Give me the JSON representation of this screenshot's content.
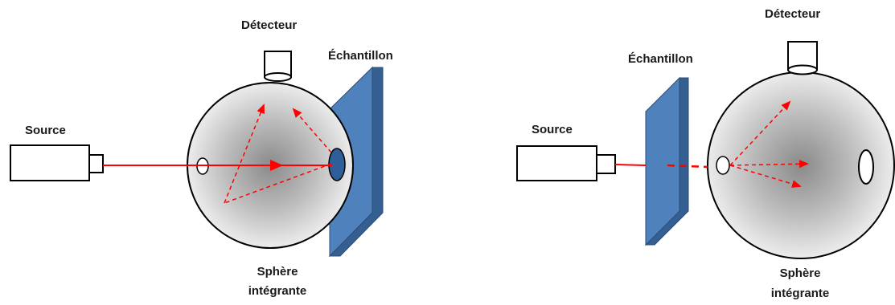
{
  "colors": {
    "beam": "#ff0000",
    "sample_front": "#4f81bd",
    "sample_side": "#365f91",
    "sphere_center": "#8a8a8a",
    "sphere_edge": "#e9e9e9",
    "outline": "#000000"
  },
  "left_setup": {
    "source_label": "Source",
    "detector_label": "Détecteur",
    "sample_label": "Échantillon",
    "sphere_label_line1": "Sphère",
    "sphere_label_line2": "intégrante"
  },
  "right_setup": {
    "source_label": "Source",
    "detector_label": "Détecteur",
    "sample_label": "Échantillon",
    "sphere_label_line1": "Sphère",
    "sphere_label_line2": "intégrante"
  }
}
